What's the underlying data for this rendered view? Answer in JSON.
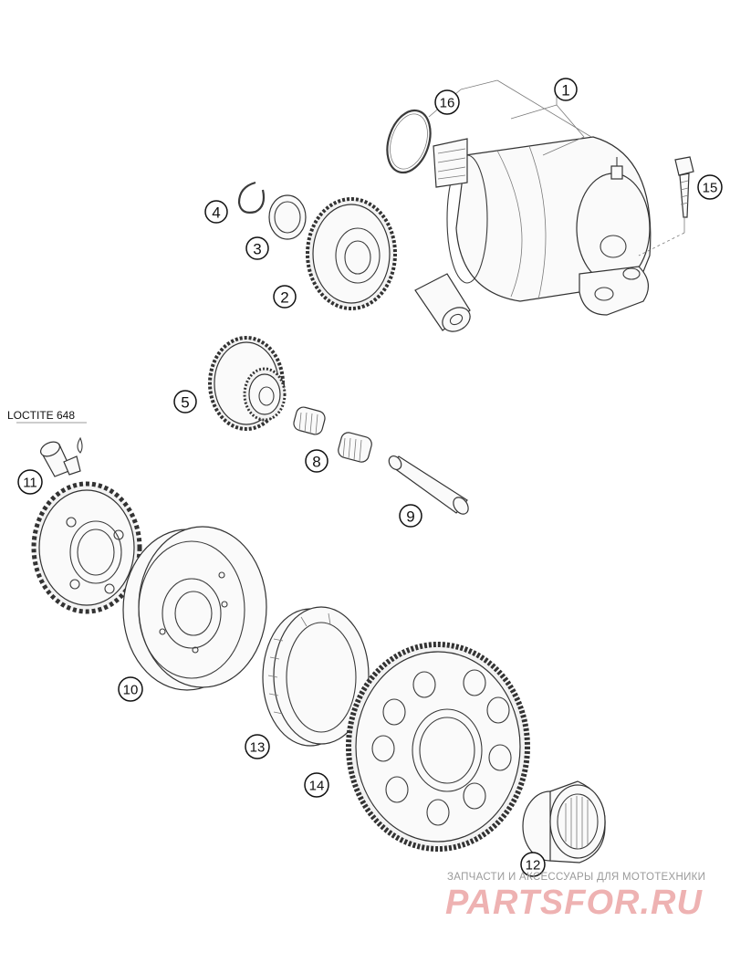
{
  "diagram": {
    "note_label": "LOCTITE 648",
    "callouts": [
      "1",
      "16",
      "15",
      "4",
      "3",
      "2",
      "5",
      "8",
      "9",
      "11",
      "10",
      "13",
      "14",
      "12"
    ],
    "watermark": {
      "tagline": "ЗАПЧАСТИ И АКСЕССУАРЫ ДЛЯ МОТОТЕХНИКИ",
      "brand": "PARTSFOR.RU"
    }
  }
}
